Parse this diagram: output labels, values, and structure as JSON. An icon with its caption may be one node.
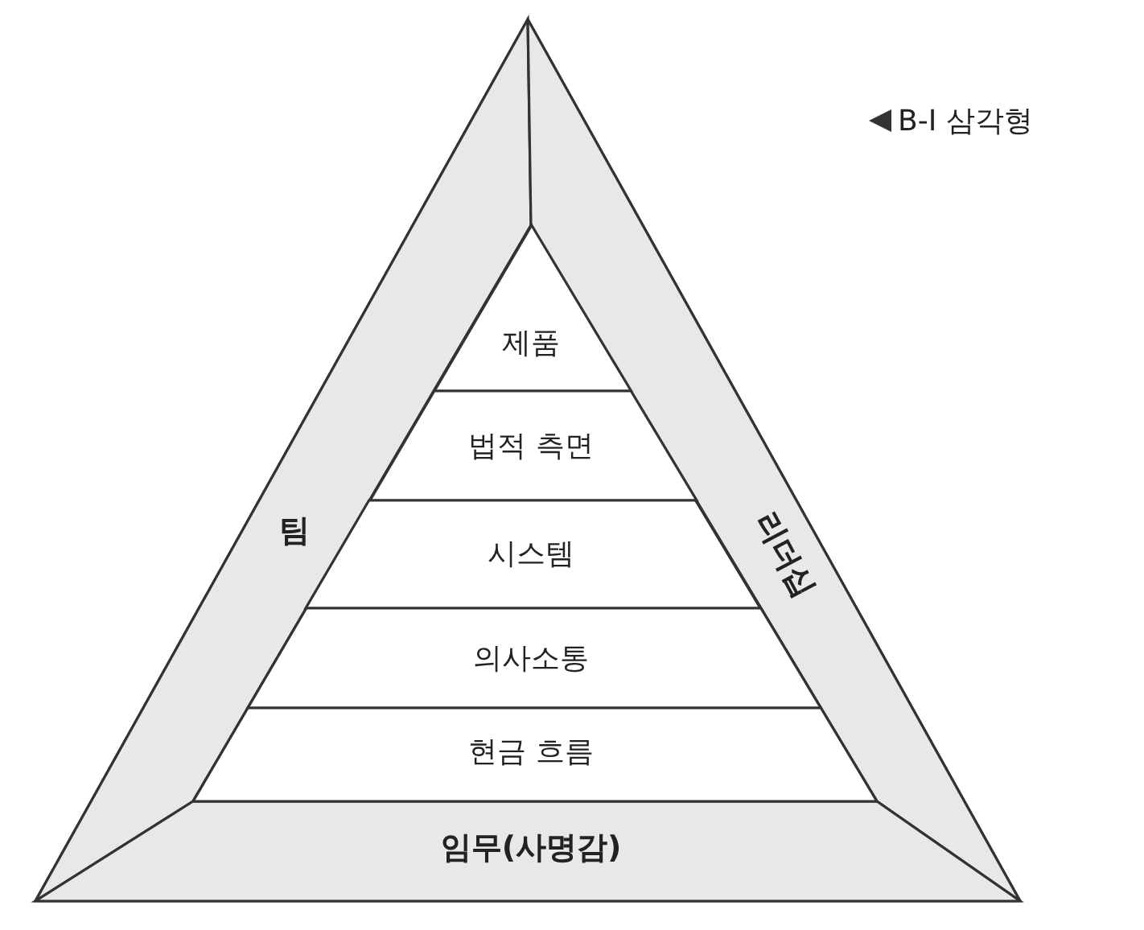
{
  "diagram": {
    "nodes": [
      {
        "text": [],
        "shape": "triangle"
      },
      {
        "text": [
          "팀"
        ],
        "in": 0
      },
      {
        "text": [
          "리더십"
        ],
        "in": 0
      },
      {
        "text": [
          "임무(사명감)"
        ],
        "in": 0
      },
      {
        "text": [],
        "shape": "triangle",
        "in": 0
      },
      {
        "text": [
          "제품"
        ],
        "in": 4
      },
      {
        "text": [
          "법적 측면"
        ],
        "in": 4
      },
      {
        "text": [
          "시스템"
        ],
        "in": 4
      },
      {
        "text": [
          "의사소통"
        ],
        "in": 4
      },
      {
        "text": [
          "현금 흐름"
        ],
        "in": 4
      }
    ],
    "edges": [],
    "labels": [
      "B-I 삼각형"
    ]
  }
}
